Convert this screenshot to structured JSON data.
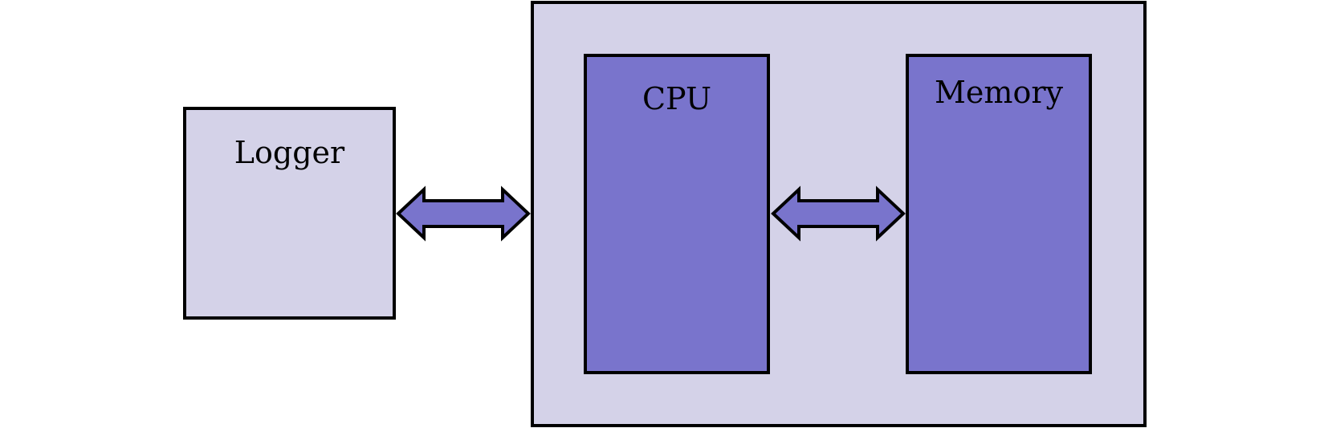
{
  "blocks": {
    "logger": {
      "label": "Logger"
    },
    "cpu": {
      "label": "CPU"
    },
    "memory": {
      "label": "Memory"
    }
  },
  "colors": {
    "light_fill": "#d4d2e8",
    "dark_fill": "#7974cc",
    "stroke": "#000000"
  }
}
